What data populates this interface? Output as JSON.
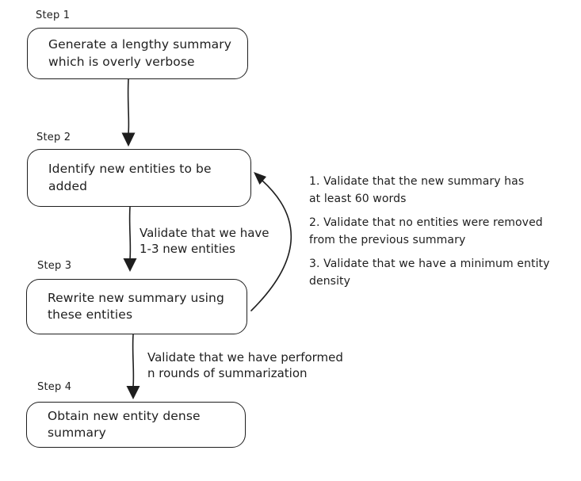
{
  "palette": {
    "background": "#ffffff",
    "stroke": "#1e1e1e",
    "text": "#1e1e1e"
  },
  "steps": [
    {
      "label": "Step 1",
      "lines": [
        "Generate a lengthy summary",
        "which is overly verbose"
      ]
    },
    {
      "label": "Step 2",
      "lines": [
        "Identify new entities to be",
        "added"
      ]
    },
    {
      "label": "Step 3",
      "lines": [
        "Rewrite new summary using",
        "these entities"
      ]
    },
    {
      "label": "Step 4",
      "lines": [
        "Obtain new entity dense",
        "summary"
      ]
    }
  ],
  "edge_labels": [
    {
      "lines": [
        "Validate that we have",
        "1-3 new entities"
      ]
    },
    {
      "lines": [
        "Validate that we have performed",
        "n rounds of summarization"
      ]
    }
  ],
  "validations": [
    {
      "lines": [
        "1. Validate that the new summary has",
        "at least 60 words"
      ]
    },
    {
      "lines": [
        "2. Validate that no entities were removed",
        "from the previous summary"
      ]
    },
    {
      "lines": [
        "3. Validate that we have a minimum entity",
        "density"
      ]
    }
  ]
}
